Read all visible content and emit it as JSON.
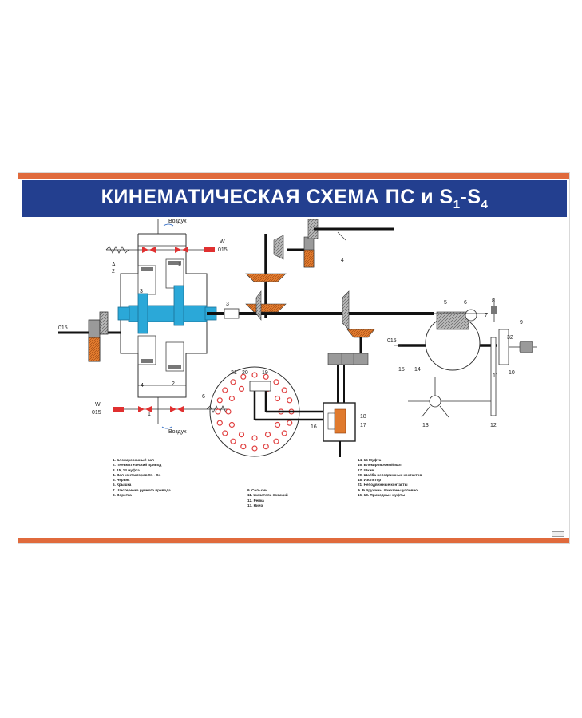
{
  "poster": {
    "title_main": "КИНЕМАТИЧЕСКАЯ СХЕМА ПС и S",
    "title_sub1": "1",
    "title_dash": "-S",
    "title_sub2": "4"
  },
  "colors": {
    "title_band": "#233f8f",
    "accent_stripe": "#e06a3c",
    "shaft": "#111111",
    "gear_grey": "#9a9a9a",
    "gear_orange": "#e07a2e",
    "piston_cyan": "#2ba8d8",
    "valve_red": "#e03030",
    "ring_red": "#e04040"
  },
  "labels": {
    "air_top": "Воздух",
    "air_bottom": "Воздух",
    "w_top": "W",
    "w_top_sub": "015",
    "w_bottom": "W",
    "w_bottom_sub": "015",
    "left_015": "015",
    "mid_015": "015",
    "n1": "1",
    "nA": "A",
    "n2": "2",
    "n3a": "3",
    "n3": "3",
    "n4a": "4",
    "n4": "4",
    "n5": "5",
    "n6": "6",
    "n6b": "6",
    "n7": "7",
    "n8": "8",
    "n9": "9",
    "n10": "10",
    "n11": "11",
    "n12": "12",
    "n13": "13",
    "n14": "14",
    "n15": "15",
    "n16": "16",
    "n17": "17",
    "n18": "18",
    "n19": "19",
    "n20": "20",
    "n21": "21",
    "n32": "32",
    "n2b": "2",
    "n4b": "4",
    "n1b": "1"
  },
  "legend": {
    "col1": [
      "1. Блокировочный вал",
      "2. Пневматический привод",
      "3. 15, 14 муфта",
      "4. Вал контакторов S1 - S4",
      "5. Червяк",
      "6. Крышка",
      "7. Шестеренка ручного привода",
      "8. Воротка"
    ],
    "col2": [
      "9. Сельсин",
      "11. Указатель позиций",
      "12. Рейка",
      "13. Ниер"
    ],
    "col3": [
      "14, 15 Муфта",
      "16. Блокировочный вал",
      "17. Шкив",
      "20. Шайба неподвижных контактов",
      "18. Изолятор",
      "21. Неподвижные контакты",
      "А. Б пружины показаны условно",
      "16, 18. Приводные муфты"
    ]
  }
}
